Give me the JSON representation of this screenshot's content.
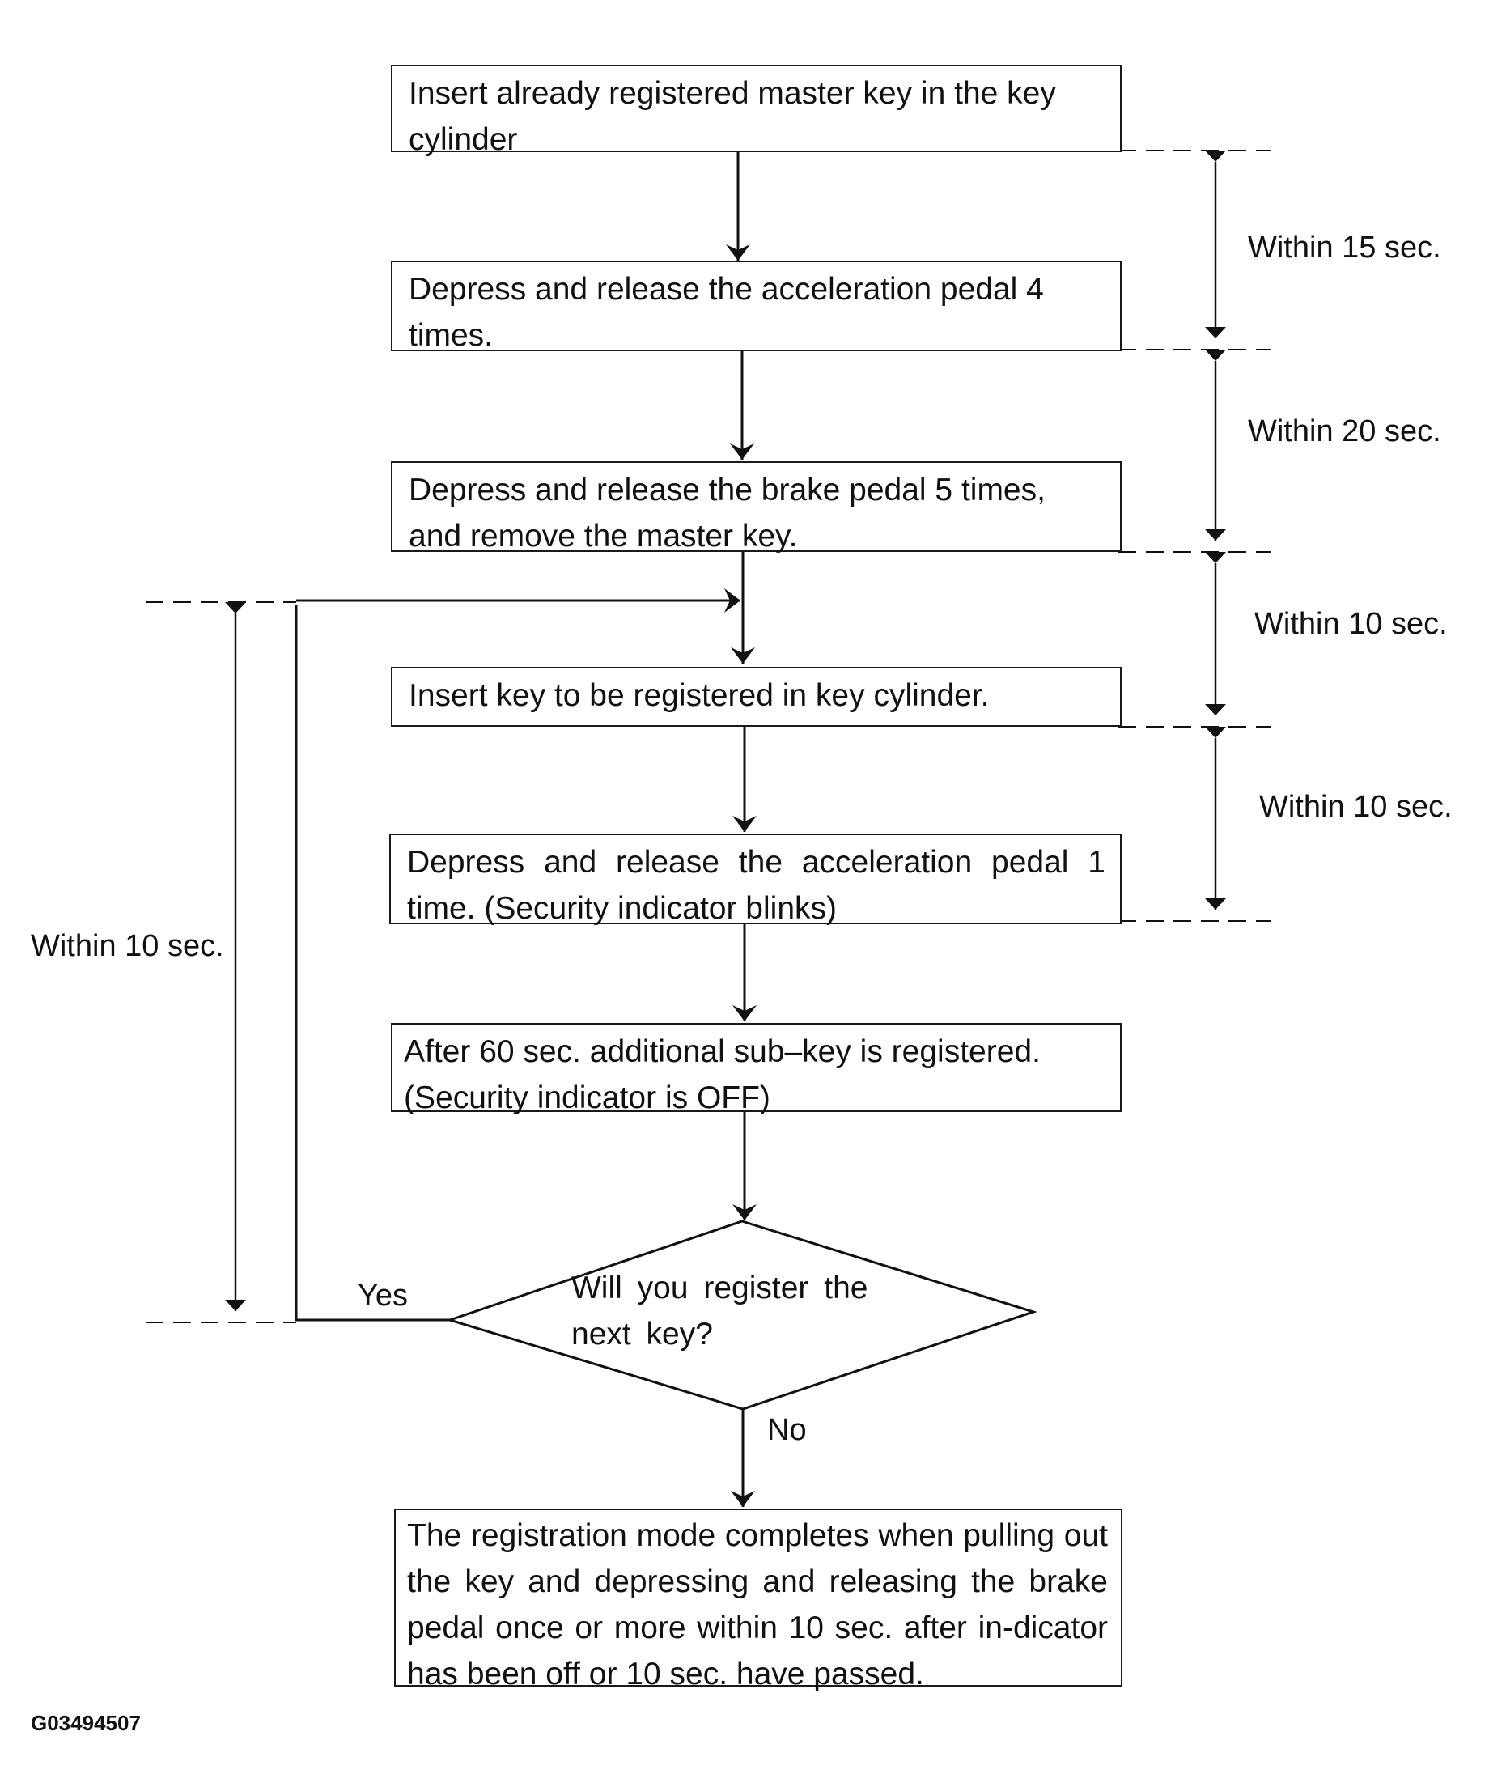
{
  "steps": [
    "Insert already registered master key in the key cylinder",
    "Depress and release the acceleration pedal 4 times.",
    "Depress and release the brake pedal 5 times, and remove the master key.",
    "Insert key to be registered in key cylinder.",
    "Depress and release the acceleration pedal 1 time. (Security indicator blinks)",
    "After 60 sec. additional sub–key is registered. (Security indicator is OFF)"
  ],
  "decision": {
    "question": "Will you register the next key?",
    "yes_label": "Yes",
    "no_label": "No"
  },
  "final_step": "The registration mode completes when pulling out the key and depressing and releasing the brake pedal once or more within 10 sec. after in-dicator has been off or 10 sec. have passed.",
  "timing": {
    "right": [
      "Within 15 sec.",
      "Within 20 sec.",
      "Within 10 sec.",
      "Within 10 sec."
    ],
    "left": "Within 10 sec."
  },
  "figure_id": "G03494507"
}
